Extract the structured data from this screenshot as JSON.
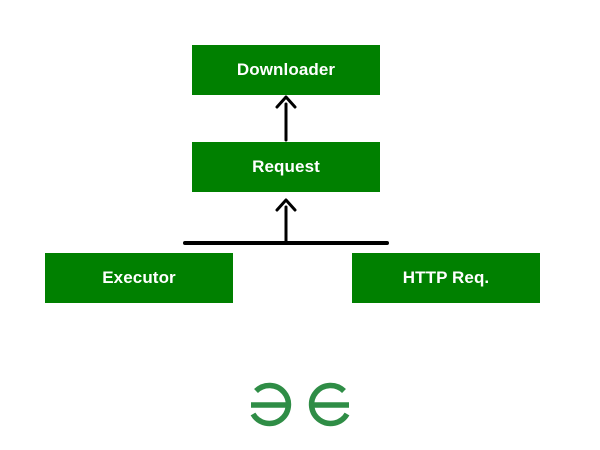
{
  "colors": {
    "box_fill": "#008000",
    "box_text": "#ffffff",
    "connector": "#000000",
    "logo": "#2f8d46"
  },
  "diagram": {
    "nodes": {
      "downloader": "Downloader",
      "request": "Request",
      "executor": "Executor",
      "http_request": "HTTP Req."
    },
    "edges": [
      {
        "from": "request",
        "to": "downloader",
        "style": "arrow"
      },
      {
        "from": "executor",
        "to": "request",
        "style": "merged-arrow"
      },
      {
        "from": "http_request",
        "to": "request",
        "style": "merged-arrow"
      }
    ]
  },
  "logo": {
    "icon": "geeksforgeeks-logo-icon"
  }
}
